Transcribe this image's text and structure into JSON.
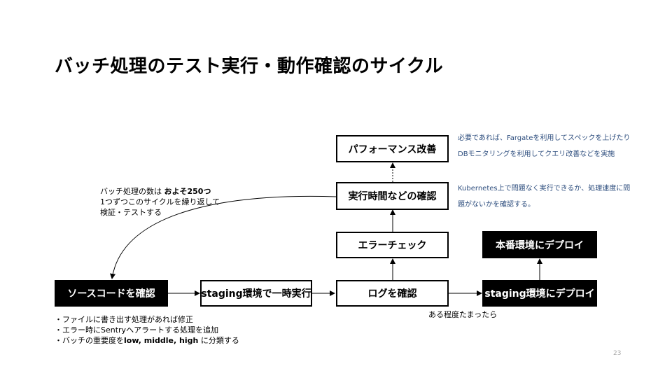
{
  "title": "バッチ処理のテスト実行・動作確認のサイクル",
  "boxes": {
    "source_code": "ソースコードを確認",
    "staging_temp": "staging環境で一時実行",
    "log_check": "ログを確認",
    "staging_deploy": "staging環境にデプロイ",
    "prod_deploy": "本番環境にデプロイ",
    "error_check": "エラーチェック",
    "exec_time": "実行時間などの確認",
    "performance": "パフォーマンス改善"
  },
  "notes": {
    "cycle_line1_a": "バッチ処理の数は ",
    "cycle_line1_b": "およそ250つ",
    "cycle_line2": "1つずつこのサイクルを繰り返して",
    "cycle_line3": "検証・テストする",
    "bullet1": "・ファイルに書き出す処理があれば修正",
    "bullet2": "・エラー時にSentryへアラートする処理を追加",
    "bullet3_a": "・バッチの重要度を",
    "bullet3_b": "low, middle, high",
    "bullet3_c": " に分類する",
    "after_stable": "ある程度たまったら",
    "perf_line1": "必要であれば、Fargateを利用してスペックを上げたり",
    "perf_line2": "DBモニタリングを利用してクエリ改善などを実施",
    "k8s_line1": "Kubernetes上で問題なく実行できるか、処理速度に問",
    "k8s_line2": "題がないかを確認する。"
  },
  "page_number": "23"
}
